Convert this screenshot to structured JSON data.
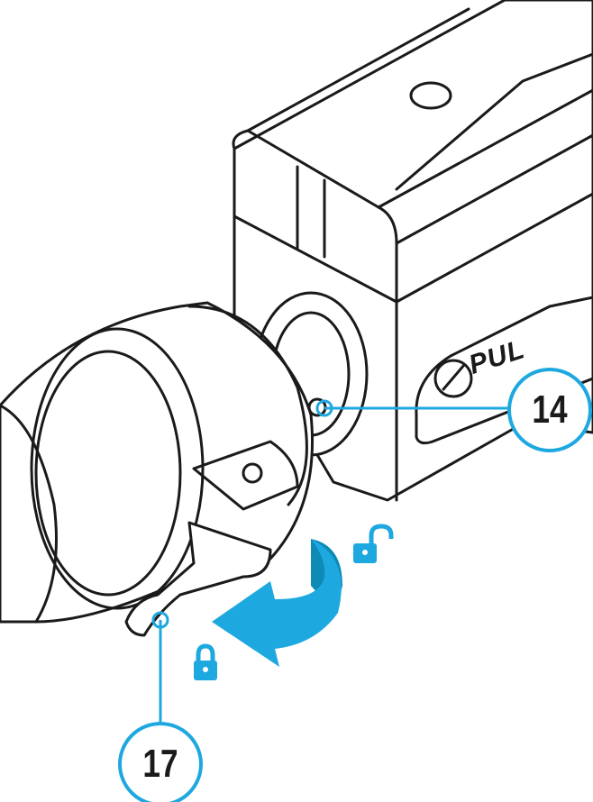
{
  "callouts": [
    {
      "id": "14",
      "label": "14"
    },
    {
      "id": "17",
      "label": "17"
    }
  ],
  "device_logo_text": "PUL",
  "icons": [
    "unlock-icon",
    "lock-icon",
    "rotate-arrow-icon"
  ],
  "colors": {
    "accent": "#1ea8e0",
    "accent_dark": "#0d8ab5",
    "line": "#1a1a1a"
  }
}
